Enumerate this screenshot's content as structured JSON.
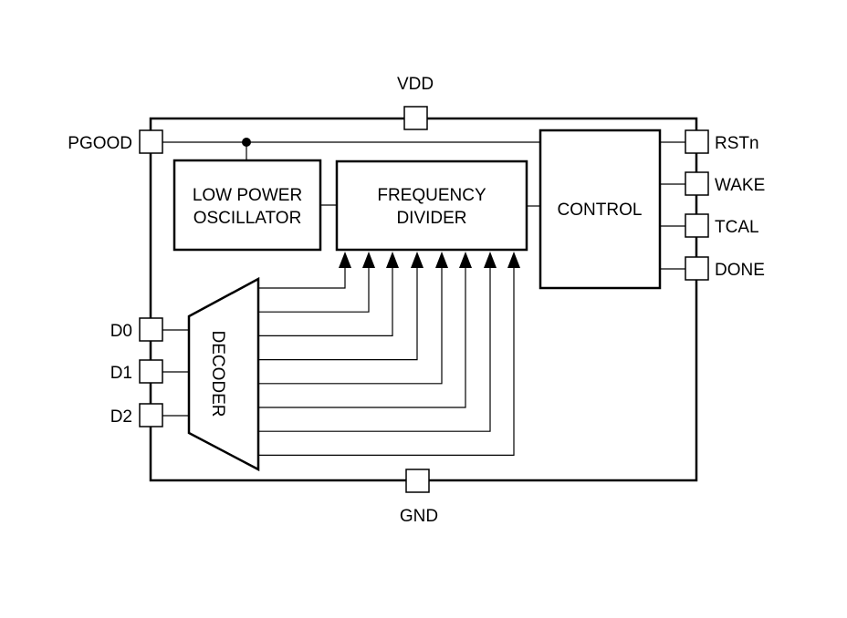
{
  "pins": {
    "vdd": "VDD",
    "gnd": "GND",
    "pgood": "PGOOD",
    "rstn": "RSTn",
    "wake": "WAKE",
    "tcal": "TCAL",
    "done": "DONE",
    "d0": "D0",
    "d1": "D1",
    "d2": "D2"
  },
  "blocks": {
    "oscillator": {
      "line1": "LOW POWER",
      "line2": "OSCILLATOR"
    },
    "divider": {
      "line1": "FREQUENCY",
      "line2": "DIVIDER"
    },
    "control": "CONTROL",
    "decoder": "DECODER"
  }
}
